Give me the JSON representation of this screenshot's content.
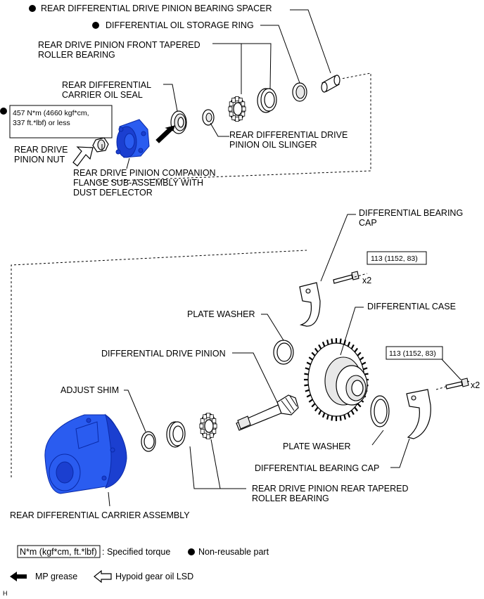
{
  "labels": {
    "spacer": "REAR DIFFERENTIAL DRIVE PINION BEARING SPACER",
    "oil_ring": "DIFFERENTIAL OIL STORAGE RING",
    "front_bearing_1": "REAR DRIVE PINION FRONT TAPERED",
    "front_bearing_2": "ROLLER BEARING",
    "oil_seal_1": "REAR DIFFERENTIAL",
    "oil_seal_2": "CARRIER OIL SEAL",
    "slinger_1": "REAR DIFFERENTIAL DRIVE",
    "slinger_2": "PINION OIL SLINGER",
    "nut_1": "REAR DRIVE",
    "nut_2": "PINION NUT",
    "flange_1": "REAR DRIVE PINION COMPANION",
    "flange_2": "FLANGE SUB-ASSEMBLY WITH",
    "flange_3": "DUST DEFLECTOR",
    "bearing_cap_top_1": "DIFFERENTIAL BEARING",
    "bearing_cap_top_2": "CAP",
    "plate_washer_top": "PLATE WASHER",
    "diff_case": "DIFFERENTIAL CASE",
    "drive_pinion": "DIFFERENTIAL DRIVE PINION",
    "adjust_shim": "ADJUST SHIM",
    "plate_washer_bottom": "PLATE WASHER",
    "bearing_cap_bottom": "DIFFERENTIAL BEARING CAP",
    "rear_bearing_1": "REAR DRIVE PINION REAR TAPERED",
    "rear_bearing_2": "ROLLER BEARING",
    "carrier": "REAR DIFFERENTIAL CARRIER ASSEMBLY",
    "qty_top": "x2",
    "qty_bottom": "x2",
    "corner_mark": "H"
  },
  "torque": {
    "nut_1": "457 N*m (4660 kgf*cm,",
    "nut_2": "337 ft.*lbf) or less",
    "cap_top": "113 (1152, 83)",
    "cap_bottom": "113 (1152, 83)"
  },
  "legend": {
    "torque_box": "N*m (kgf*cm, ft.*lbf)",
    "torque_text": ": Specified torque",
    "non_reusable": "Non-reusable part",
    "mp_grease": "MP grease",
    "hypoid": "Hypoid gear oil LSD"
  },
  "colors": {
    "part_highlight": "#2a5cf0",
    "line": "#000000"
  }
}
